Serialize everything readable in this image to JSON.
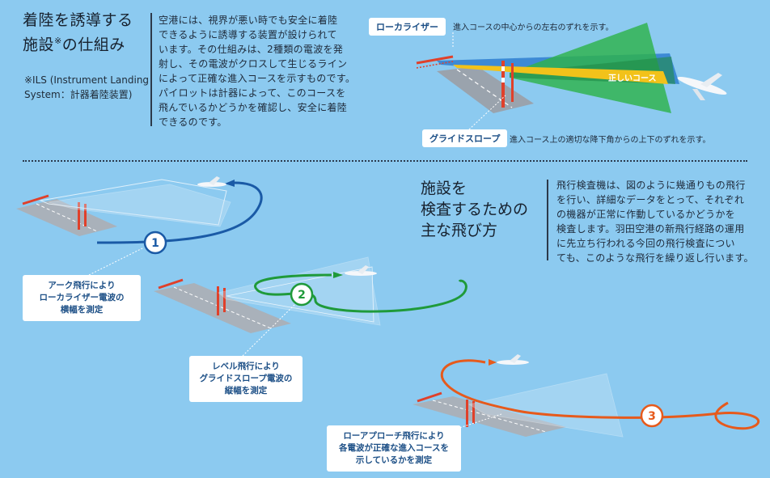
{
  "intro": {
    "title_lines": [
      "着陸を誘導する",
      "施設",
      "※",
      "の仕組み"
    ],
    "note_lines": [
      "※ILS (Instrument Landing",
      "System：計器着陸装置)"
    ],
    "body_lines": [
      "空港には、視界が悪い時でも安全に着陸",
      "できるように誘導する装置が設けられて",
      "います。その仕組みは、2種類の電波を発",
      "射し、その電波がクロスして生じるライン",
      "によって正確な進入コースを示すものです。",
      "パイロットは計器によって、このコースを",
      "飛んでいるかどうかを確認し、安全に着陸",
      "できるのです。"
    ]
  },
  "ils_diagram": {
    "localizer_label": "ローカライザー",
    "localizer_desc": "進入コースの中心からの左右のずれを示す。",
    "glideslope_label": "グライドスロープ",
    "glideslope_desc": "進入コース上の適切な降下角からの上下のずれを示す。",
    "correct_course_label": "正しいコース"
  },
  "inspection": {
    "title_lines": [
      "施設を",
      "検査するための",
      "主な飛び方"
    ],
    "body_lines": [
      "飛行検査機は、図のように幾通りもの飛行",
      "を行い、詳細なデータをとって、それぞれ",
      "の機器が正常に作動しているかどうかを",
      "検査します。羽田空港の新飛行経路の運用",
      "に先立ち行われる今回の飛行検査につい",
      "ても、このような飛行を繰り返し行います。"
    ],
    "methods": [
      {
        "number": "1",
        "color": "#1a5aa6",
        "lines": [
          "アーク飛行により",
          "ローカライザー電波の",
          "横幅を測定"
        ]
      },
      {
        "number": "2",
        "color": "#1f9a3a",
        "lines": [
          "レベル飛行により",
          "グライドスロープ電波の",
          "縦幅を測定"
        ]
      },
      {
        "number": "3",
        "color": "#e65a1c",
        "lines": [
          "ローアプローチ飛行により",
          "各電波が正確な進入コースを",
          "示しているかを測定"
        ]
      }
    ]
  }
}
